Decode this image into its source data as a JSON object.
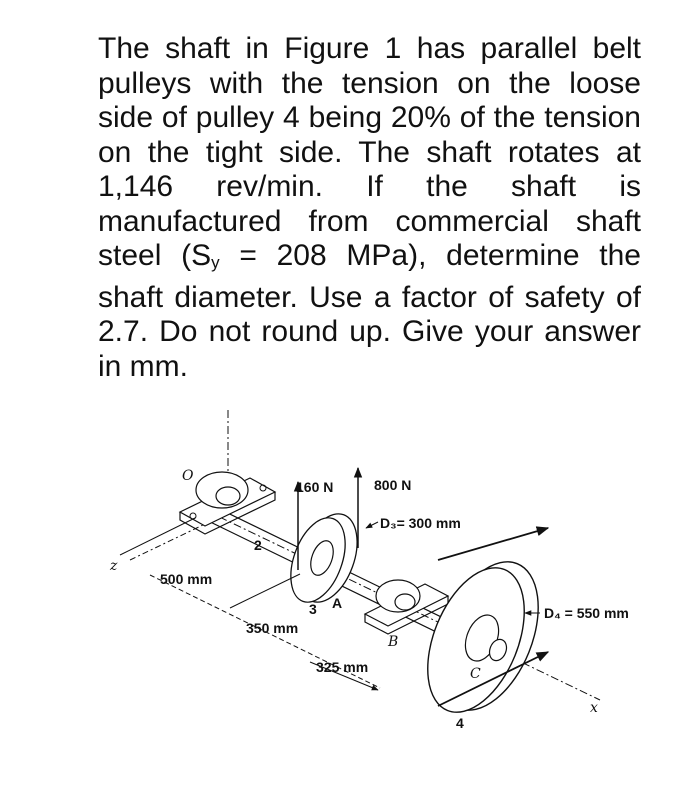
{
  "problem": {
    "part1": "The shaft in Figure 1 has parallel belt pulleys with the tension on the loose side of pulley 4 being 20% of the tension on the tight side. The shaft rotates at 1,146 rev/min. If the shaft is manufactured from commercial shaft steel (S",
    "sub": "y",
    "part2": " = 208 MPa), determine the shaft diameter. Use a factor of safety of 2.7. Do not round up. Give your answer in mm."
  },
  "figure": {
    "labels": {
      "o": "O",
      "f160": "160 N",
      "f800": "800 N",
      "d3": "D₃= 300 mm",
      "n2": "2",
      "z": "z",
      "l500": "500 mm",
      "n3": "3",
      "a": "A",
      "l350": "350 mm",
      "d4": "D₄ = 550 mm",
      "b": "B",
      "l325": "325 mm",
      "c": "C",
      "n4": "4",
      "x": "x"
    }
  }
}
